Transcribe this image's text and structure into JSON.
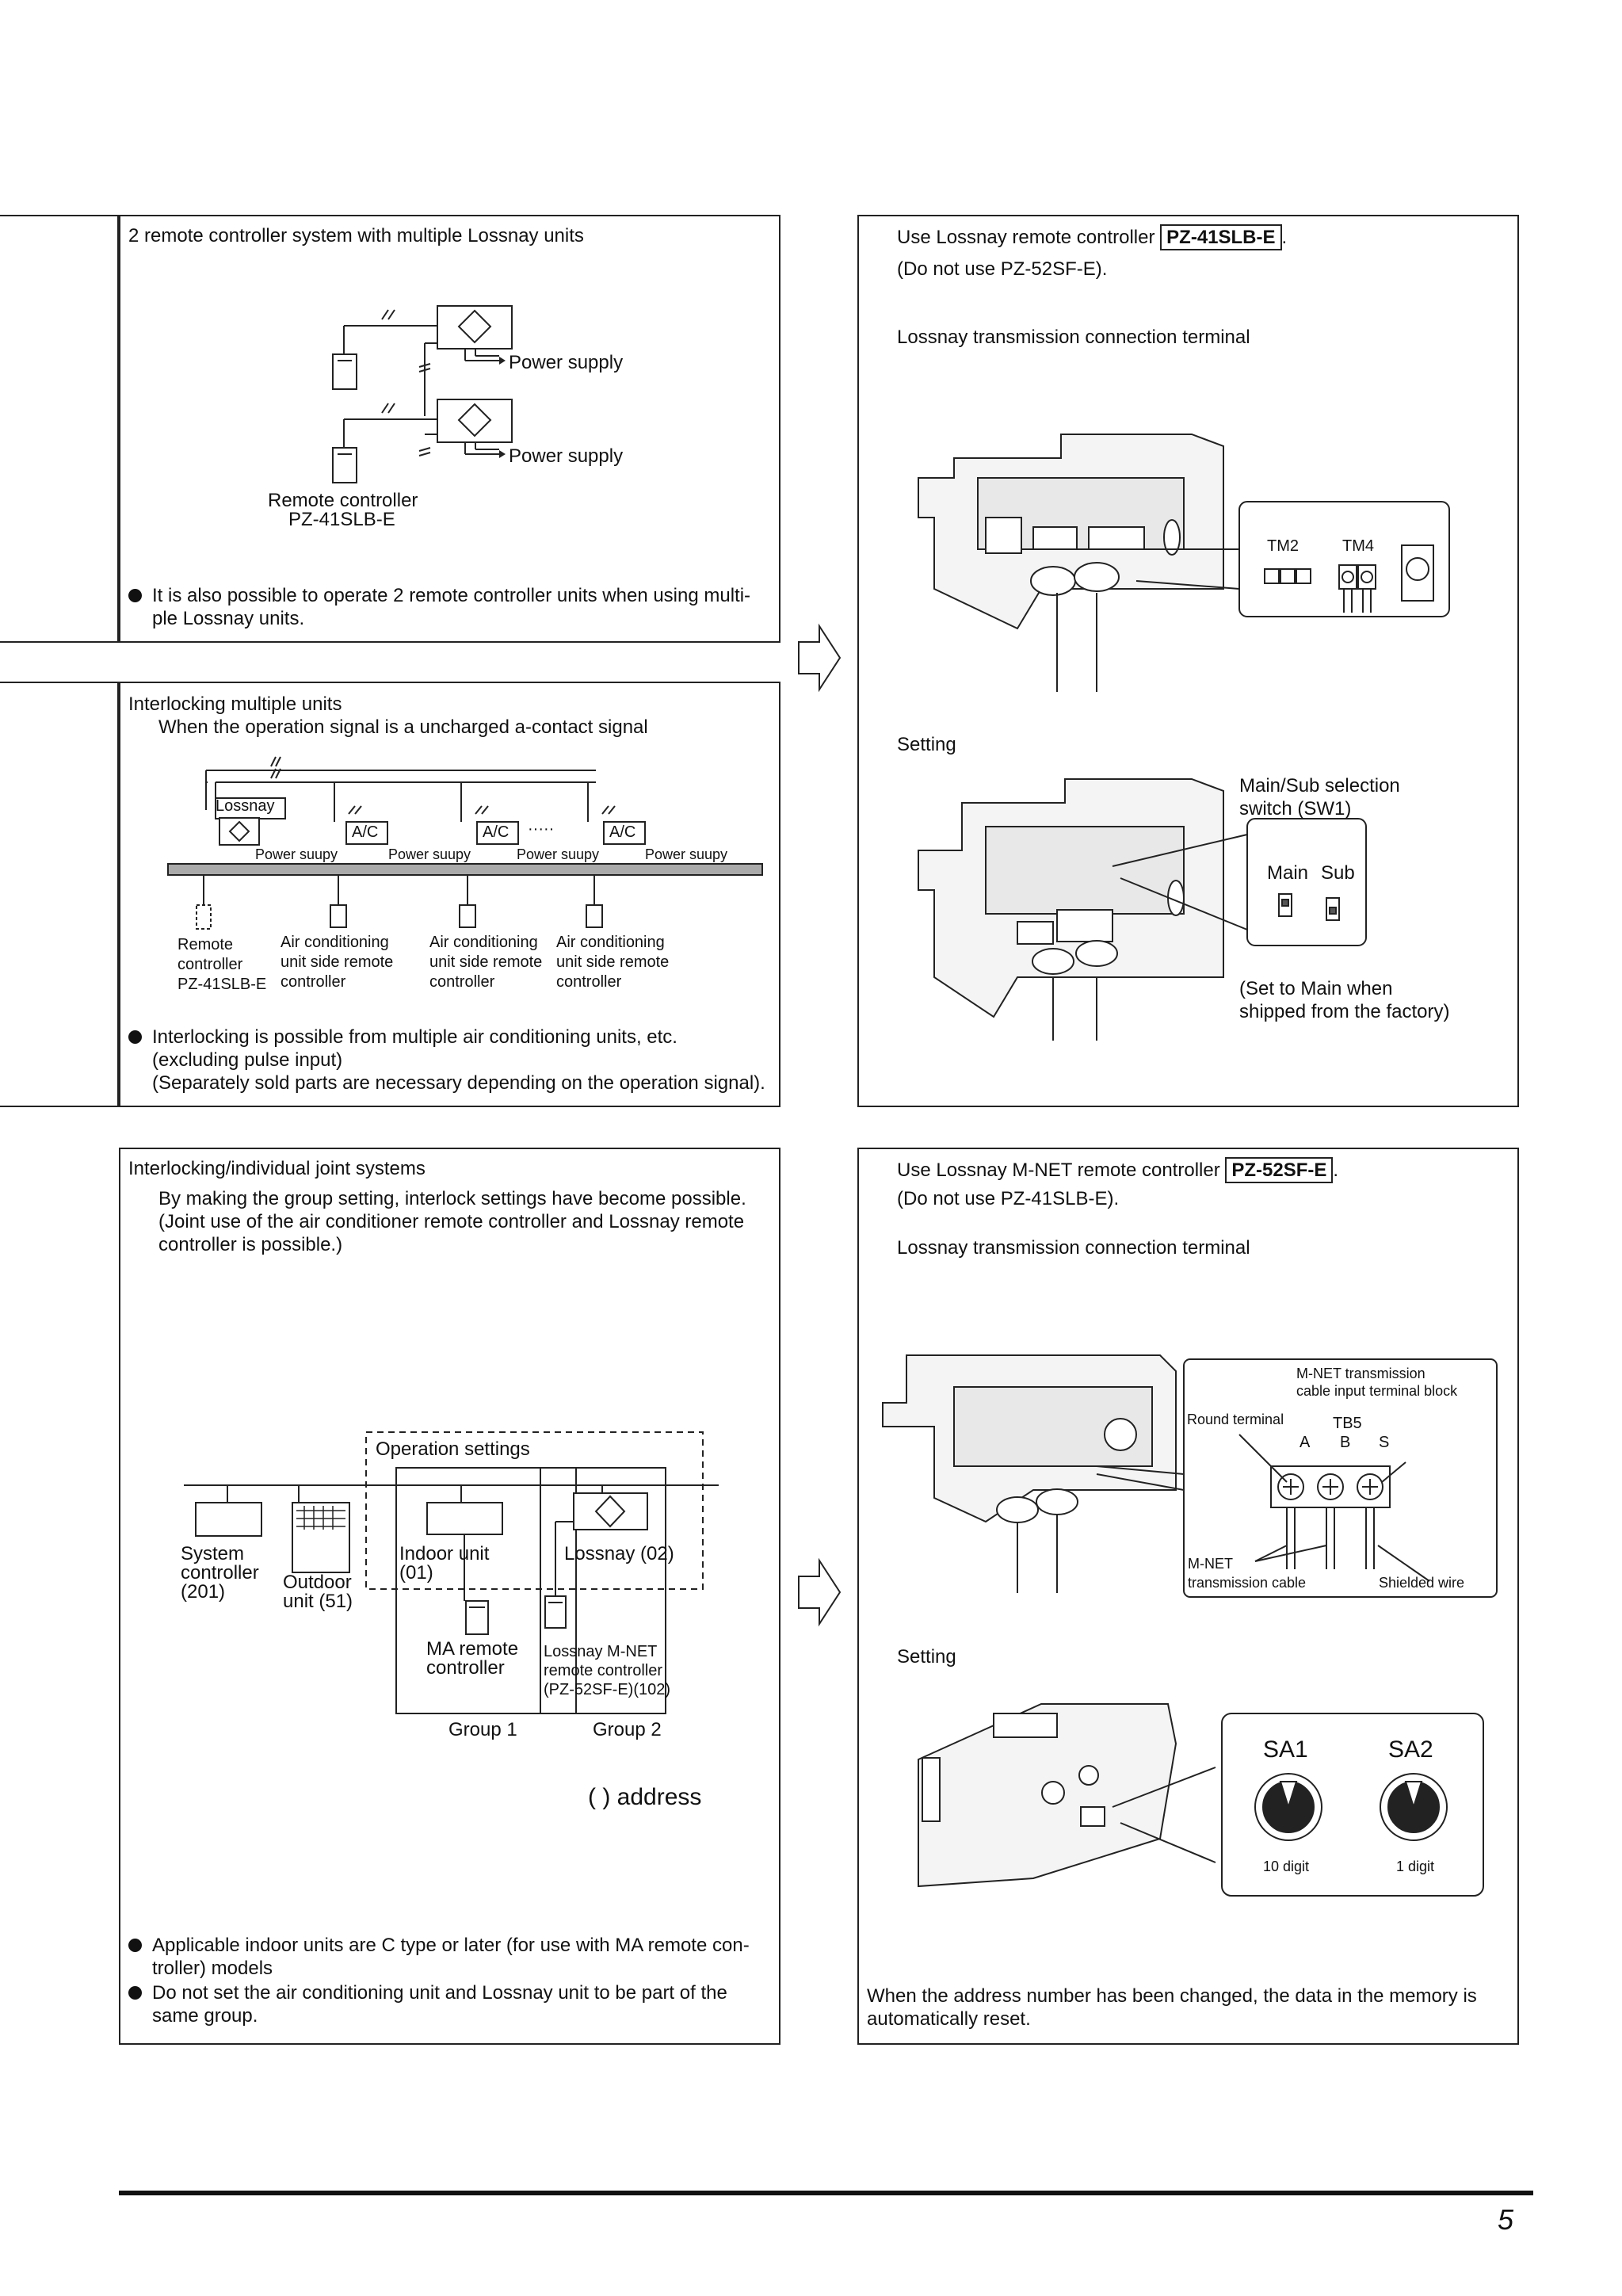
{
  "page_number": "5",
  "sec1": {
    "title": "2 remote controller system with multiple Lossnay units",
    "power1": "Power supply",
    "power2": "Power supply",
    "remote_label1": "Remote controller",
    "remote_label2": "PZ-41SLB-E",
    "bullet_l1": "It is also possible to operate 2 remote controller units when using multi-",
    "bullet_l2": "ple Lossnay units."
  },
  "sec1r": {
    "use_prefix": "Use Lossnay remote controller",
    "model": "PZ-41SLB-E",
    "period": ".",
    "not_use": "(Do not use PZ-52SF-E).",
    "terminal_label": "Lossnay transmission connection terminal",
    "tm2": "TM2",
    "tm4": "TM4",
    "setting": "Setting",
    "sel1": "Main/Sub selection",
    "sel2": "switch (SW1)",
    "main": "Main",
    "sub": "Sub",
    "note1": "(Set to Main when",
    "note2": "shipped from the factory)"
  },
  "sec2": {
    "title": "Interlocking  multiple units",
    "subtitle": "When the operation signal is a uncharged a-contact signal",
    "lossnay": "Lossnay",
    "ac1": "A/C",
    "ac2": "A/C",
    "ac3": "A/C",
    "dots": "·····",
    "ps1": "Power suupy",
    "ps2": "Power suupy",
    "ps3": "Power suupy",
    "ps4": "Power suupy",
    "rc_l1": "Remote",
    "rc_l2": "controller",
    "rc_l3": "PZ-41SLB-E",
    "acr_l1": "Air conditioning",
    "acr_l2": "unit side remote",
    "acr_l3": "controller",
    "bullet_l1": "Interlocking is possible from multiple air conditioning units, etc.",
    "bullet_l2": "(excluding pulse input)",
    "bullet_l3": "(Separately sold parts are necessary depending on the operation signal)."
  },
  "sec3": {
    "title": "Interlocking/individual joint systems",
    "p1": "By making the group setting, interlock settings have become possible.",
    "p2": "(Joint use of the air conditioner remote controller and Lossnay remote",
    "p3": "controller is possible.)",
    "op_settings": "Operation settings",
    "sys_l1": "System",
    "sys_l2": "controller",
    "sys_l3": "(201)",
    "out_l1": "Outdoor",
    "out_l2": "unit (51)",
    "indoor_l1": "Indoor unit",
    "indoor_l2": "(01)",
    "lossnay02": "Lossnay (02)",
    "ma_l1": "MA remote",
    "ma_l2": "controller",
    "lm_l1": "Lossnay M-NET",
    "lm_l2": "remote controller",
    "lm_l3": "(PZ-52SF-E)(102)",
    "group1": "Group 1",
    "group2": "Group 2",
    "address": "(  ) address",
    "b1_l1": "Applicable indoor units are C type or later (for use with MA remote con-",
    "b1_l2": "troller) models",
    "b2_l1": "Do not set the air conditioning unit and Lossnay unit to be part of the",
    "b2_l2": "same group."
  },
  "sec3r": {
    "use_prefix": "Use Lossnay M-NET remote controller",
    "model": "PZ-52SF-E",
    "period": ".",
    "not_use": "(Do not use PZ-41SLB-E).",
    "terminal_label": "Lossnay transmission connection terminal",
    "mnet1": "M-NET transmission",
    "mnet2": "cable input terminal block",
    "round": "Round terminal",
    "tb5": "TB5",
    "a": "A",
    "b": "B",
    "s": "S",
    "mnet_cable1": "M-NET",
    "mnet_cable2": "transmission cable",
    "shielded": "Shielded wire",
    "setting": "Setting",
    "sa1": "SA1",
    "sa2": "SA2",
    "digit10": "10 digit",
    "digit1": "1 digit",
    "reset_l1": "When the address number has been changed, the data in the memory is",
    "reset_l2": "automatically reset."
  }
}
